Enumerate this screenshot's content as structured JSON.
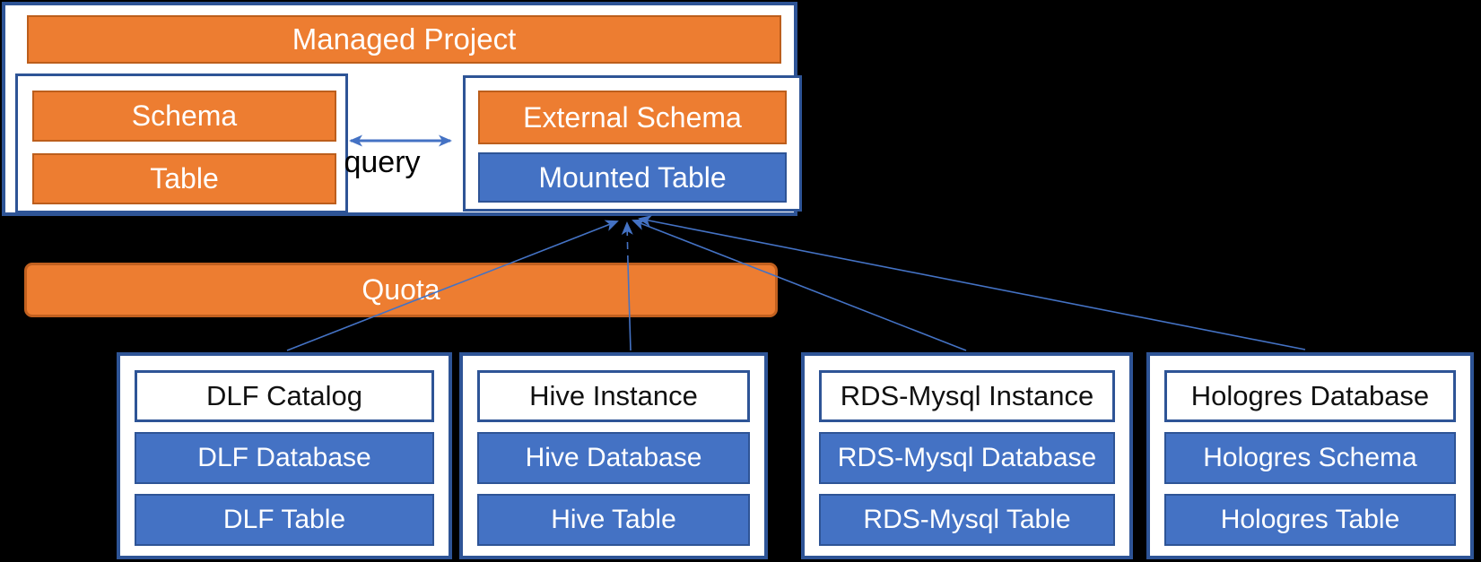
{
  "colors": {
    "background": "#000000",
    "orange_fill": "#ED7D31",
    "orange_border": "#C1601F",
    "blue_fill": "#4472C4",
    "dark_blue_border": "#2E5496",
    "connector_blue": "#4472C4",
    "panel_white": "#FFFFFF",
    "header_text_dark": "#111111"
  },
  "managed_project": {
    "title": "Managed Project",
    "internal_group": {
      "schema_label": "Schema",
      "table_label": "Table"
    },
    "query_label": "query",
    "external_group": {
      "external_schema_label": "External Schema",
      "mounted_table_label": "Mounted Table"
    }
  },
  "quota": {
    "label": "Quota"
  },
  "sources": [
    {
      "header": "DLF Catalog",
      "rows": [
        "DLF Database",
        "DLF Table"
      ]
    },
    {
      "header": "Hive Instance",
      "rows": [
        "Hive Database",
        "Hive Table"
      ]
    },
    {
      "header": "RDS-Mysql Instance",
      "rows": [
        "RDS-Mysql Database",
        "RDS-Mysql Table"
      ]
    },
    {
      "header": "Hologres Database",
      "rows": [
        "Hologres Schema",
        "Hologres Table"
      ]
    }
  ]
}
